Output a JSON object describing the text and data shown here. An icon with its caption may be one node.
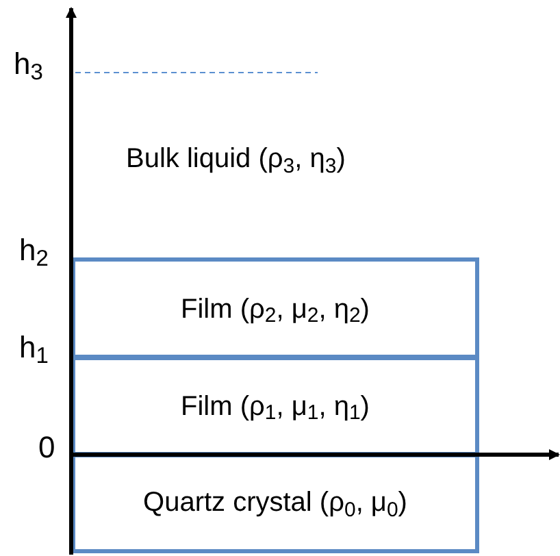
{
  "diagram": {
    "nodes": [
      {
        "text": [
          "Film (ρ$_{2}$, μ$_{2}$, η$_{2}$)"
        ]
      },
      {
        "text": [
          "Film (ρ$_{1}$, μ$_{1}$, η$_{1}$)"
        ]
      },
      {
        "text": [
          "Quartz crystal (ρ$_{0}$, μ$_{0}$)"
        ]
      }
    ],
    "edges": [],
    "labels": [
      "h$_{3}$",
      "Bulk liquid (ρ$_{3}$, η$_{3}$)",
      "h$_{2}$",
      "h$_{1}$",
      "0"
    ]
  }
}
